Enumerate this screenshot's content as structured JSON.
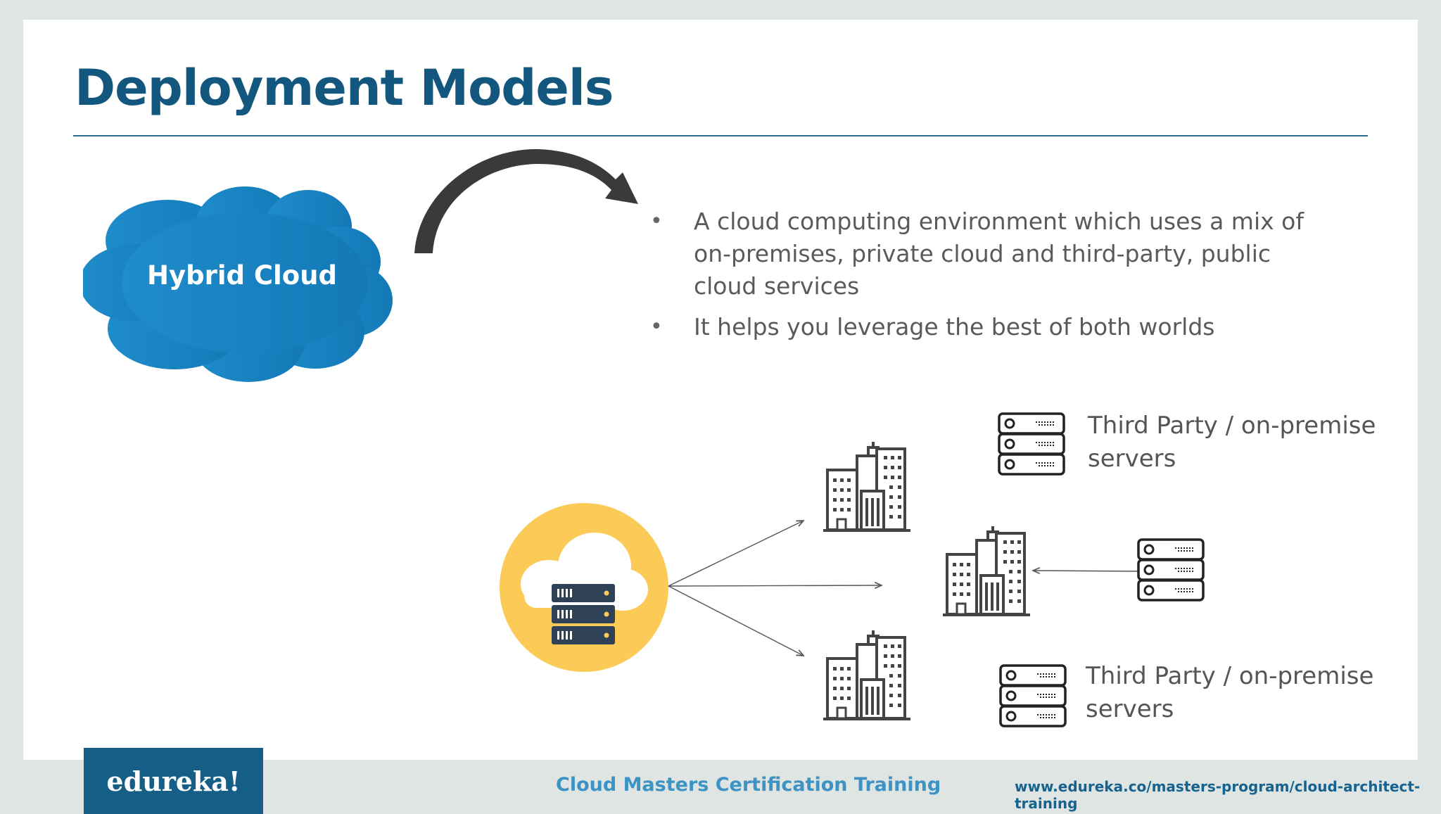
{
  "slide": {
    "title": "Deployment Models",
    "cloud_label": "Hybrid Cloud",
    "bullets": [
      "A cloud computing environment which uses a mix of on-premises, private cloud and third-party, public cloud services",
      "It helps you leverage the best of both worlds"
    ],
    "bullet_marker": "•",
    "diagram": {
      "server_label_top": "Third Party / on-premise servers",
      "server_label_bottom": "Third Party / on-premise servers"
    }
  },
  "footer": {
    "logo": "edureka!",
    "course": "Cloud Masters Certification Training",
    "url": "www.edureka.co/masters-program/cloud-architect-training"
  },
  "colors": {
    "title": "#13577f",
    "cloud": "#1a85c2",
    "yellow_circle": "#fccb57",
    "server_dark": "#2c3e50",
    "footer_bar": "#155f86"
  },
  "icons": [
    "curved-arrow-icon",
    "cloud-server-icon",
    "building-icon",
    "server-rack-icon"
  ]
}
